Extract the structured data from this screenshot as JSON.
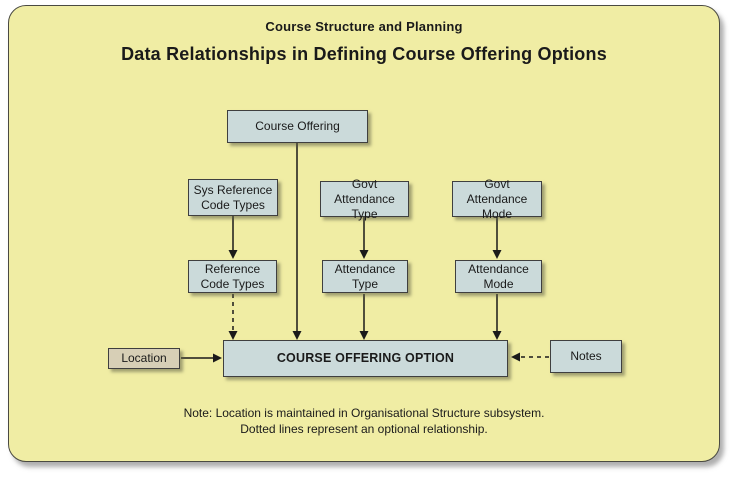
{
  "header": {
    "title": "Course Structure and Planning",
    "subtitle": "Data Relationships in Defining Course Offering Options"
  },
  "nodes": {
    "course_offering": {
      "label": "Course Offering"
    },
    "sys_reference_code_types": {
      "line1": "Sys Reference",
      "line2": "Code Types"
    },
    "govt_attendance_type": {
      "line1": "Govt Attendance",
      "line2": "Type"
    },
    "govt_attendance_mode": {
      "line1": "Govt Attendance",
      "line2": "Mode"
    },
    "reference_code_types": {
      "line1": "Reference",
      "line2": "Code Types"
    },
    "attendance_type": {
      "line1": "Attendance",
      "line2": "Type"
    },
    "attendance_mode": {
      "line1": "Attendance",
      "line2": "Mode"
    },
    "course_offering_option": {
      "label": "COURSE OFFERING OPTION"
    },
    "location": {
      "label": "Location"
    },
    "notes": {
      "label": "Notes"
    }
  },
  "edges": [
    {
      "from": "course_offering",
      "to": "course_offering_option",
      "style": "solid"
    },
    {
      "from": "sys_reference_code_types",
      "to": "reference_code_types",
      "style": "solid"
    },
    {
      "from": "govt_attendance_type",
      "to": "attendance_type",
      "style": "solid"
    },
    {
      "from": "govt_attendance_mode",
      "to": "attendance_mode",
      "style": "solid"
    },
    {
      "from": "reference_code_types",
      "to": "course_offering_option",
      "style": "dashed"
    },
    {
      "from": "attendance_type",
      "to": "course_offering_option",
      "style": "solid"
    },
    {
      "from": "attendance_mode",
      "to": "course_offering_option",
      "style": "solid"
    },
    {
      "from": "location",
      "to": "course_offering_option",
      "style": "solid"
    },
    {
      "from": "notes",
      "to": "course_offering_option",
      "style": "dashed"
    }
  ],
  "footnote": {
    "line1": "Note: Location is maintained in Organisational Structure subsystem.",
    "line2": "Dotted lines represent an optional relationship."
  },
  "colors": {
    "canvas_bg": "#f0eda4",
    "node_fill": "#cbdada",
    "location_fill": "#d7cfb6",
    "border": "#3f3f3f",
    "line": "#1a1a1a"
  }
}
